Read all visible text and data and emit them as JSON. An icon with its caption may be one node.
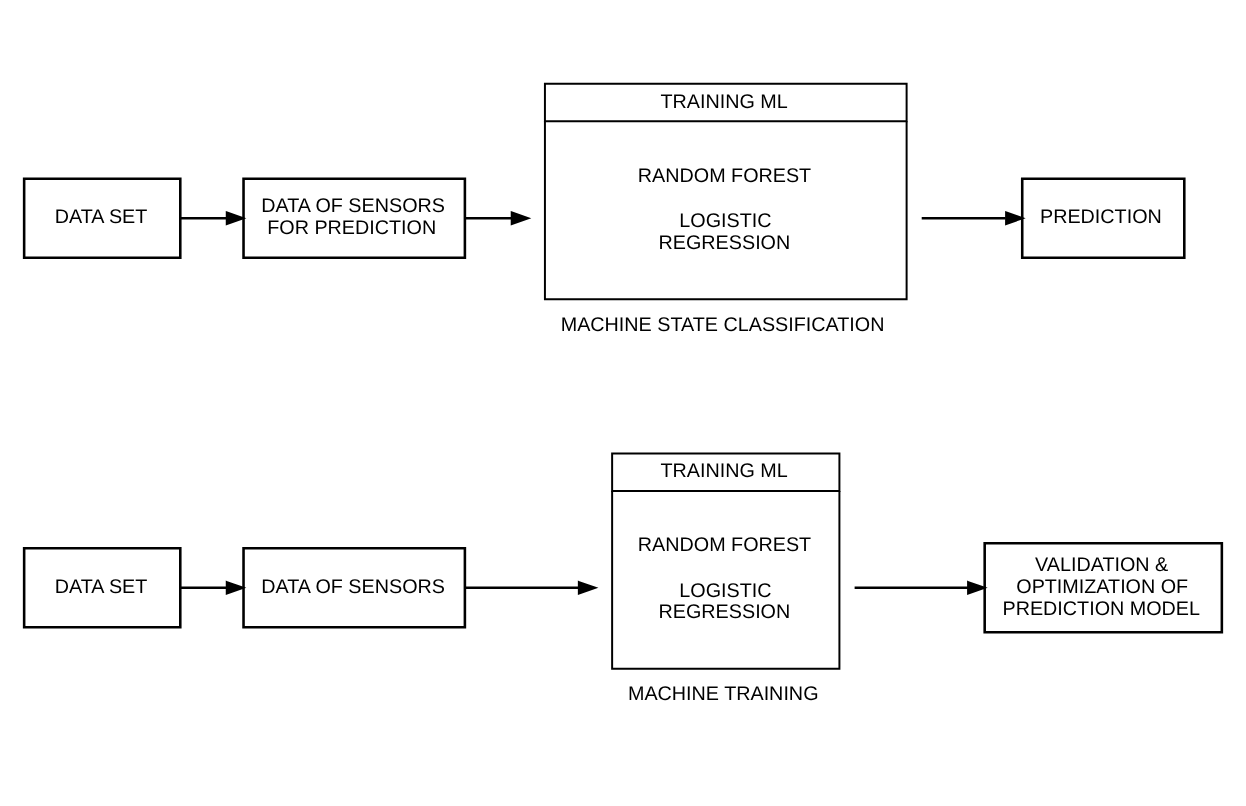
{
  "diagram": {
    "nodes": [
      {
        "text": [
          "DATA SET"
        ]
      },
      {
        "text": [
          "DATA OF SENSORS"
        ]
      },
      {
        "text": [
          "TRAINING ML",
          "RANDOM FOREST",
          "LOGISTIC REGRESSION"
        ],
        "beside": [
          "MACHINE TRAINING"
        ]
      },
      {
        "text": [
          "VALIDATION & OPTIMIZATION OF PREDICTION MODEL"
        ]
      },
      {
        "text": [
          "DATA SET"
        ]
      },
      {
        "text": [
          "DATA OF SENSORS FOR PREDICTION"
        ]
      },
      {
        "text": [
          "TRAINING ML",
          "RANDOM FOREST",
          "LOGISTIC REGRESSION"
        ],
        "beside": [
          "MACHINE STATE CLASSIFICATION"
        ]
      },
      {
        "text": [
          "PREDICTION"
        ]
      }
    ],
    "edges": [
      {
        "from": 0,
        "to": 1,
        "arrow": "to"
      },
      {
        "from": 1,
        "to": 2,
        "arrow": "to"
      },
      {
        "from": 2,
        "to": 3,
        "arrow": "to"
      },
      {
        "from": 4,
        "to": 5,
        "arrow": "to"
      },
      {
        "from": 5,
        "to": 6,
        "arrow": "to"
      },
      {
        "from": 6,
        "to": 7,
        "arrow": "to"
      }
    ]
  }
}
